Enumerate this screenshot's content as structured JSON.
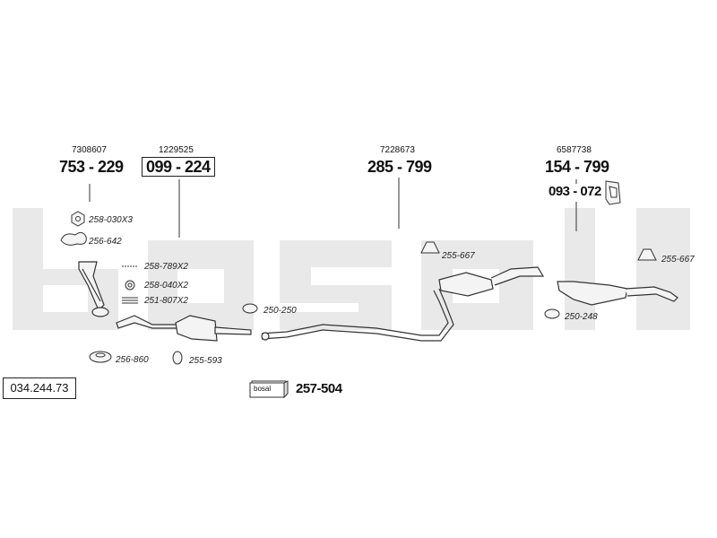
{
  "reference_number": "034.244.73",
  "watermark_text": "bosal",
  "groups": [
    {
      "oe_number": "7308607",
      "part_number": "753 - 229"
    },
    {
      "oe_number": "1229525",
      "part_number": "099 - 224"
    },
    {
      "oe_number": "7228673",
      "part_number": "285 - 799"
    },
    {
      "oe_number": "6587738",
      "part_number": "154 - 799"
    }
  ],
  "bracket_part": "093 - 072",
  "mounting_kit": {
    "label": "bosal",
    "number": "257-504"
  },
  "parts": {
    "nut": "258-030X3",
    "gasket_front": "256-642",
    "bolt": "258-789X2",
    "nut_small": "258-040X2",
    "spring": "251-807X2",
    "clamp_front": "250-250",
    "gasket_lower": "256-860",
    "rubber_front": "255-593",
    "hanger_mid": "255-667",
    "clamp_rear": "250-248",
    "hanger_rear": "255-667"
  },
  "colors": {
    "watermark": "#e9e9e9",
    "line": "#333333",
    "part_fill": "#f4f4f4"
  }
}
